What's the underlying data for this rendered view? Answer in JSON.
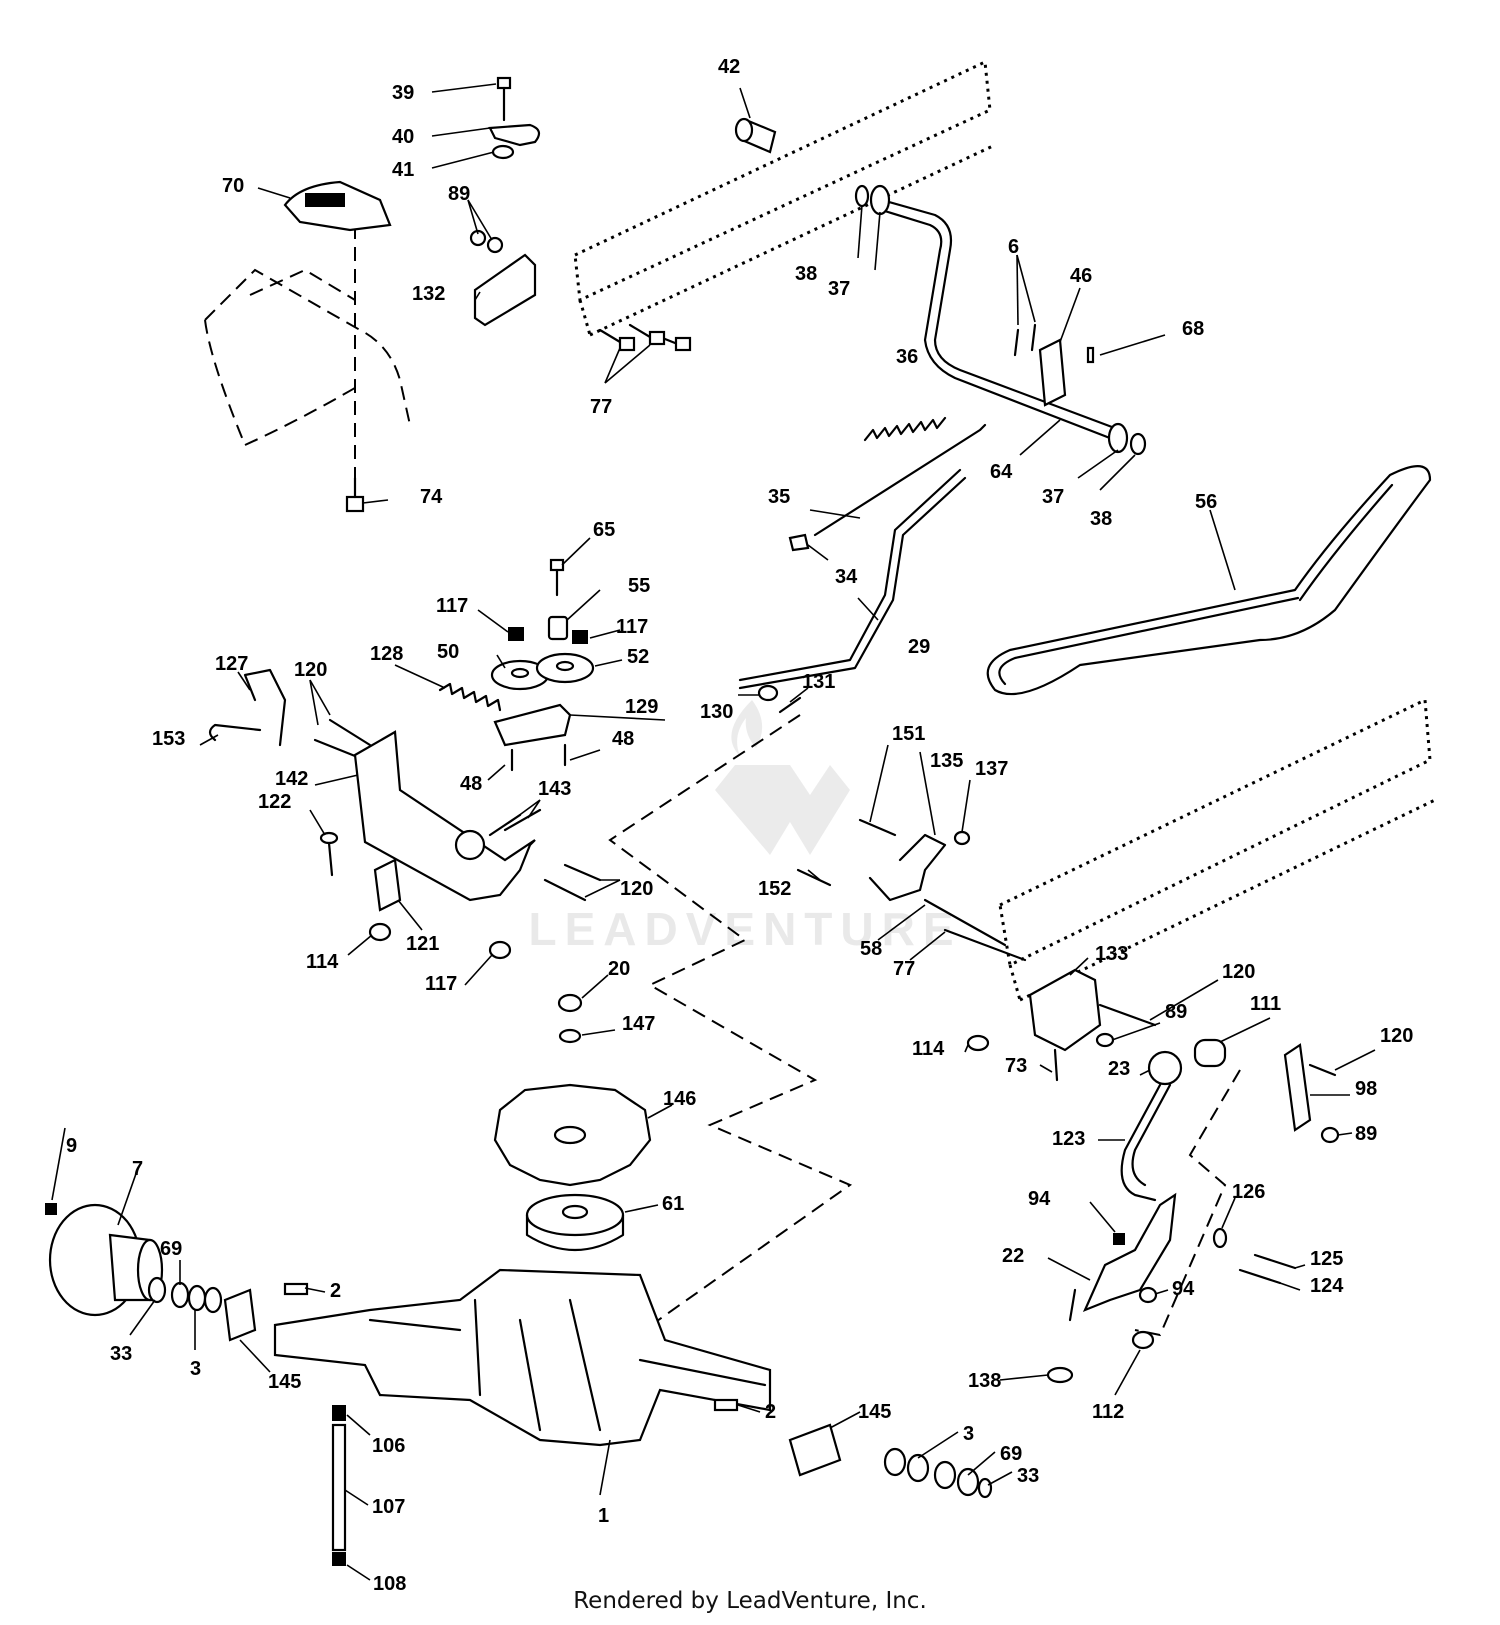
{
  "footer": "Rendered by LeadVenture, Inc.",
  "watermark": "LEADVENTURE",
  "callouts": [
    "39",
    "40",
    "41",
    "42",
    "70",
    "89",
    "132",
    "77",
    "38",
    "37",
    "6",
    "46",
    "68",
    "36",
    "64",
    "37",
    "38",
    "74",
    "35",
    "34",
    "56",
    "65",
    "55",
    "117",
    "50",
    "52",
    "117",
    "29",
    "127",
    "120",
    "128",
    "153",
    "129",
    "48",
    "48",
    "130",
    "131",
    "142",
    "143",
    "151",
    "135",
    "137",
    "122",
    "120",
    "152",
    "121",
    "114",
    "117",
    "58",
    "77",
    "133",
    "120",
    "89",
    "20",
    "147",
    "114",
    "73",
    "111",
    "120",
    "23",
    "98",
    "146",
    "123",
    "89",
    "9",
    "7",
    "61",
    "94",
    "126",
    "69",
    "125",
    "22",
    "124",
    "2",
    "94",
    "33",
    "3",
    "145",
    "138",
    "112",
    "2",
    "145",
    "3",
    "69",
    "33",
    "106",
    "107",
    "1",
    "108"
  ]
}
